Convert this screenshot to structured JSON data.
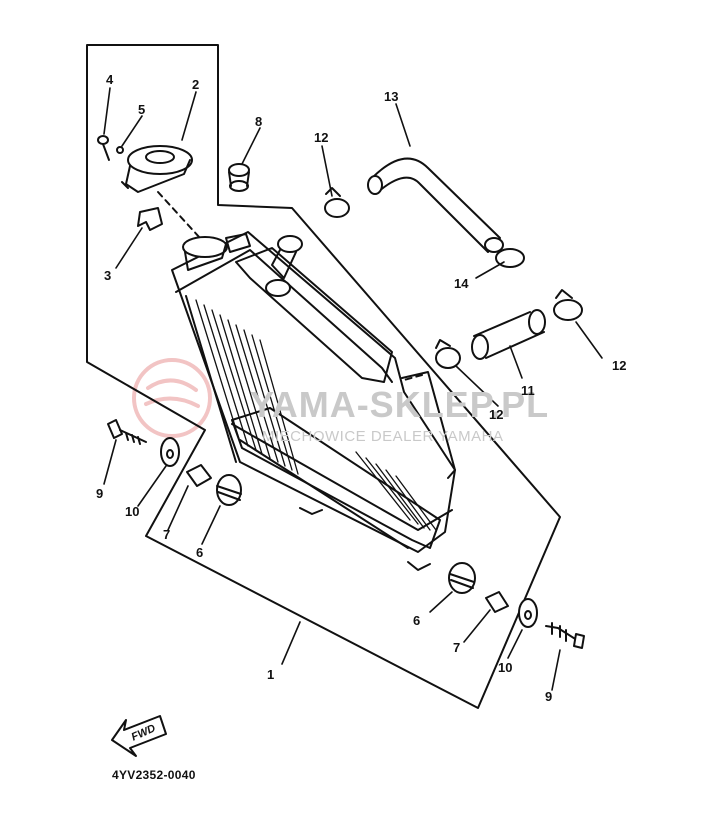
{
  "diagram_code": "4YV2352-0040",
  "watermark": {
    "main": "YAMA-SKLEP.PL",
    "sub": "MIECHOWICE DEALER YAMAHA"
  },
  "fwd_marker": "FWD",
  "part_labels": [
    "4",
    "2",
    "5",
    "3",
    "8",
    "12",
    "13",
    "14",
    "12",
    "11",
    "12",
    "9",
    "10",
    "7",
    "6",
    "6",
    "7",
    "10",
    "9",
    "1"
  ]
}
